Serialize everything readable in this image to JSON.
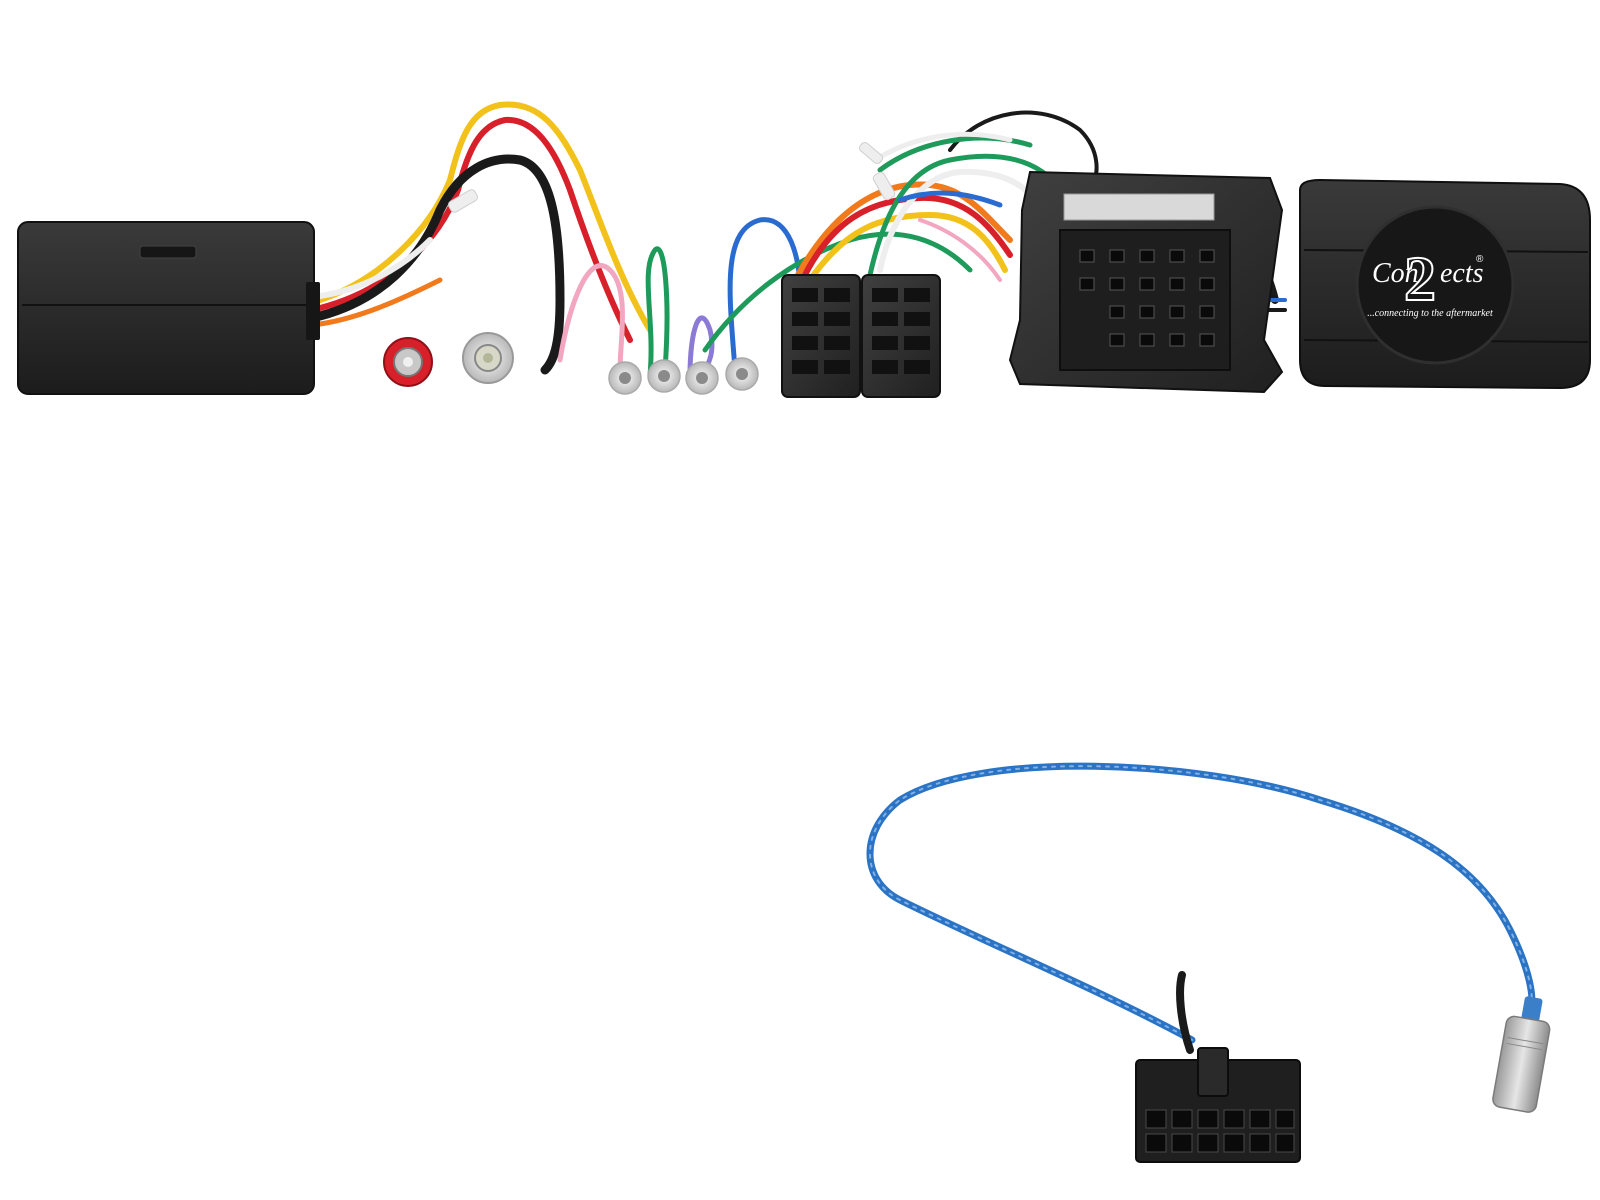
{
  "logo": {
    "numeral": "2",
    "brand_left": "Con",
    "brand_right": "ects",
    "registered": "®",
    "tagline": "...connecting to the aftermarket"
  },
  "colors": {
    "background": "#ffffff",
    "housing": "#2b2b2b",
    "housing_dark": "#1a1a1a",
    "wire_red": "#d8202a",
    "wire_yellow": "#f2c21a",
    "wire_orange": "#f07a1c",
    "wire_blue": "#2a6bd1",
    "wire_green": "#1e9a5a",
    "wire_white": "#eeeeee",
    "wire_pink": "#f3a6c0",
    "wire_violet": "#8c7bd6",
    "antenna_cable": "#2b73c4"
  }
}
